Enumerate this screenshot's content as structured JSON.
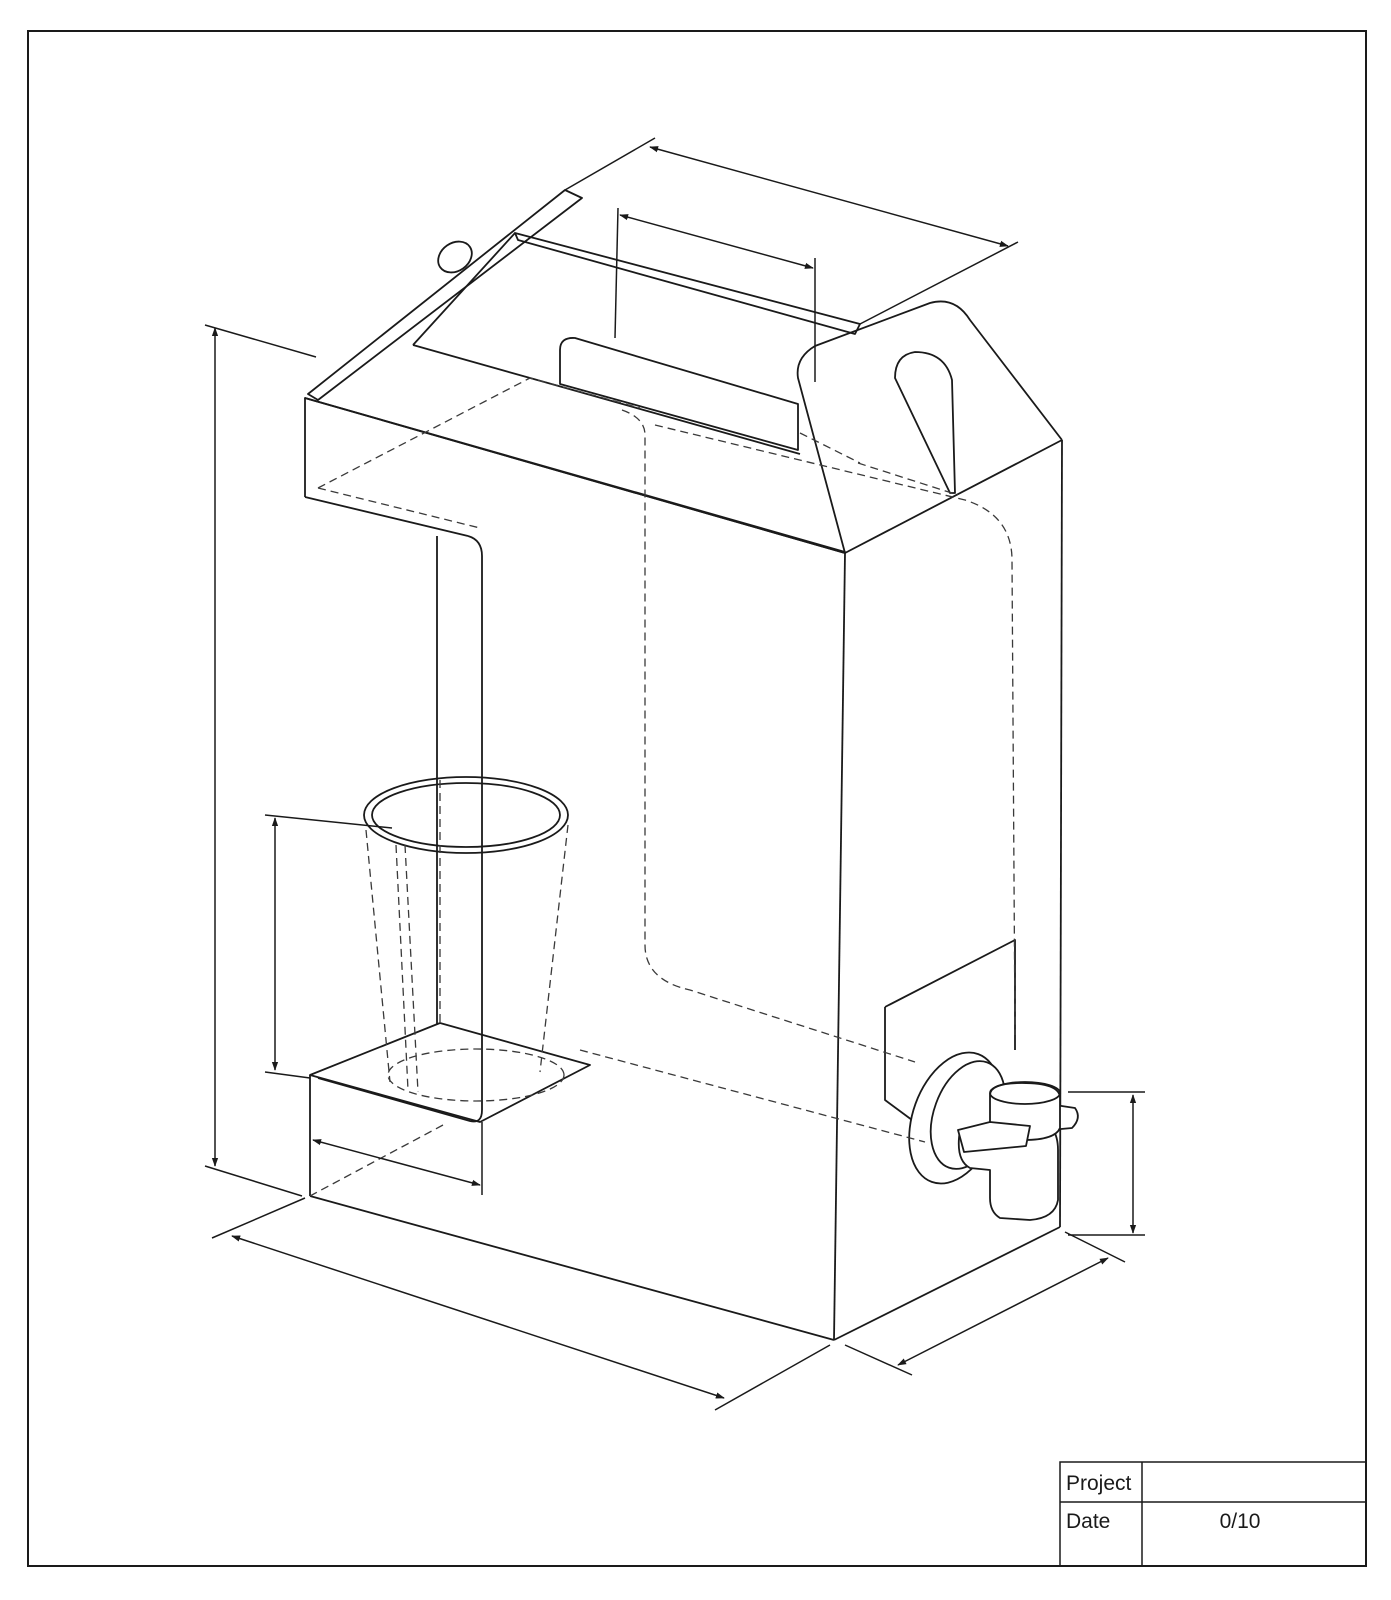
{
  "title_block": {
    "project_label": "Project",
    "project_value": "",
    "date_label": "Date",
    "date_value": "0/10"
  },
  "colors": {
    "line": "#1a1a1a",
    "hidden_line": "#3a3a3a",
    "background": "#ffffff"
  }
}
